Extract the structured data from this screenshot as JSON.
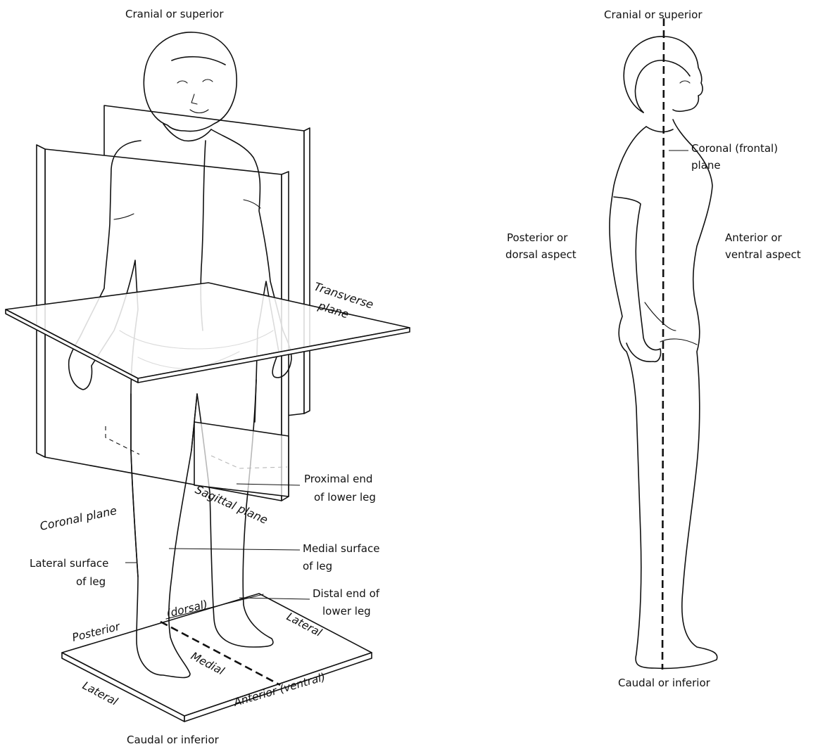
{
  "left_figure": {
    "top_label": "Cranial or superior",
    "bottom_label": "Caudal or inferior",
    "transverse_plane": [
      "Transverse",
      "plane"
    ],
    "coronal_plane": "Coronal plane",
    "sagittal_plane": "Sagittal plane",
    "proximal_end": [
      "Proximal end",
      "of lower leg"
    ],
    "medial_surface": [
      "Medial surface",
      "of leg"
    ],
    "lateral_surface": [
      "Lateral surface",
      "of leg"
    ],
    "distal_end": [
      "Distal end of",
      "lower leg"
    ],
    "base_posterior": "Posterior",
    "base_dorsal": "(dorsal)",
    "base_medial": "Medial",
    "base_lateral_right": "Lateral",
    "base_lateral_left": "Lateral",
    "base_anterior": "Anterior (ventral)"
  },
  "right_figure": {
    "top_label": "Cranial or superior",
    "bottom_label": "Caudal or inferior",
    "coronal_plane": [
      "Coronal (frontal)",
      "plane"
    ],
    "posterior": [
      "Posterior or",
      "dorsal aspect"
    ],
    "anterior": [
      "Anterior or",
      "ventral aspect"
    ]
  }
}
